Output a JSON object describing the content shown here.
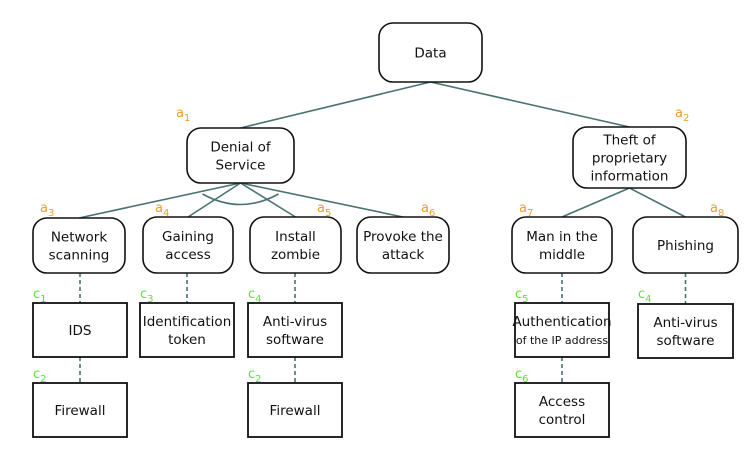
{
  "diagram": {
    "type": "attack-defense-tree",
    "colors": {
      "edge": "#4a7272",
      "attack_label": "#f39a2c",
      "countermeasure_label": "#5ee13c",
      "box_border": "#111111"
    },
    "root": {
      "id": "root",
      "lines": [
        "Data"
      ]
    },
    "attacks": [
      {
        "id": "a1",
        "label_letter": "a",
        "label_index": "1",
        "lines": [
          "Denial of",
          "Service"
        ],
        "parent": "root"
      },
      {
        "id": "a2",
        "label_letter": "a",
        "label_index": "2",
        "lines": [
          "Theft of",
          "proprietary",
          "information"
        ],
        "parent": "root"
      },
      {
        "id": "a3",
        "label_letter": "a",
        "label_index": "3",
        "lines": [
          "Network",
          "scanning"
        ],
        "parent": "a1"
      },
      {
        "id": "a4",
        "label_letter": "a",
        "label_index": "4",
        "lines": [
          "Gaining",
          "access"
        ],
        "parent": "a1"
      },
      {
        "id": "a5",
        "label_letter": "a",
        "label_index": "5",
        "lines": [
          "Install",
          "zombie"
        ],
        "parent": "a1"
      },
      {
        "id": "a6",
        "label_letter": "a",
        "label_index": "6",
        "lines": [
          "Provoke the",
          "attack"
        ],
        "parent": "a1"
      },
      {
        "id": "a7",
        "label_letter": "a",
        "label_index": "7",
        "lines": [
          "Man in the",
          "middle"
        ],
        "parent": "a2"
      },
      {
        "id": "a8",
        "label_letter": "a",
        "label_index": "8",
        "lines": [
          "Phishing"
        ],
        "parent": "a2"
      }
    ],
    "and_gate": {
      "node": "a1",
      "children": [
        "a3",
        "a4",
        "a5",
        "a6"
      ]
    },
    "countermeasures": [
      {
        "id": "cm1",
        "label_letter": "c",
        "label_index": "1",
        "lines": [
          "IDS"
        ],
        "parent": "a3"
      },
      {
        "id": "cm2",
        "label_letter": "c",
        "label_index": "2",
        "lines": [
          "Firewall"
        ],
        "parent": "cm1"
      },
      {
        "id": "cm3",
        "label_letter": "c",
        "label_index": "3",
        "lines": [
          "Identification",
          "token"
        ],
        "parent": "a4"
      },
      {
        "id": "cm4",
        "label_letter": "c",
        "label_index": "4",
        "lines": [
          "Anti-virus",
          "software"
        ],
        "parent": "a5"
      },
      {
        "id": "cm5",
        "label_letter": "c",
        "label_index": "2",
        "lines": [
          "Firewall"
        ],
        "parent": "cm4"
      },
      {
        "id": "cm6",
        "label_letter": "c",
        "label_index": "5",
        "lines": [
          "Authentication",
          "of the IP address"
        ],
        "parent": "a7"
      },
      {
        "id": "cm7",
        "label_letter": "c",
        "label_index": "6",
        "lines": [
          "Access",
          "control"
        ],
        "parent": "cm6"
      },
      {
        "id": "cm8",
        "label_letter": "c",
        "label_index": "4",
        "lines": [
          "Anti-virus",
          "software"
        ],
        "parent": "a8"
      }
    ]
  }
}
